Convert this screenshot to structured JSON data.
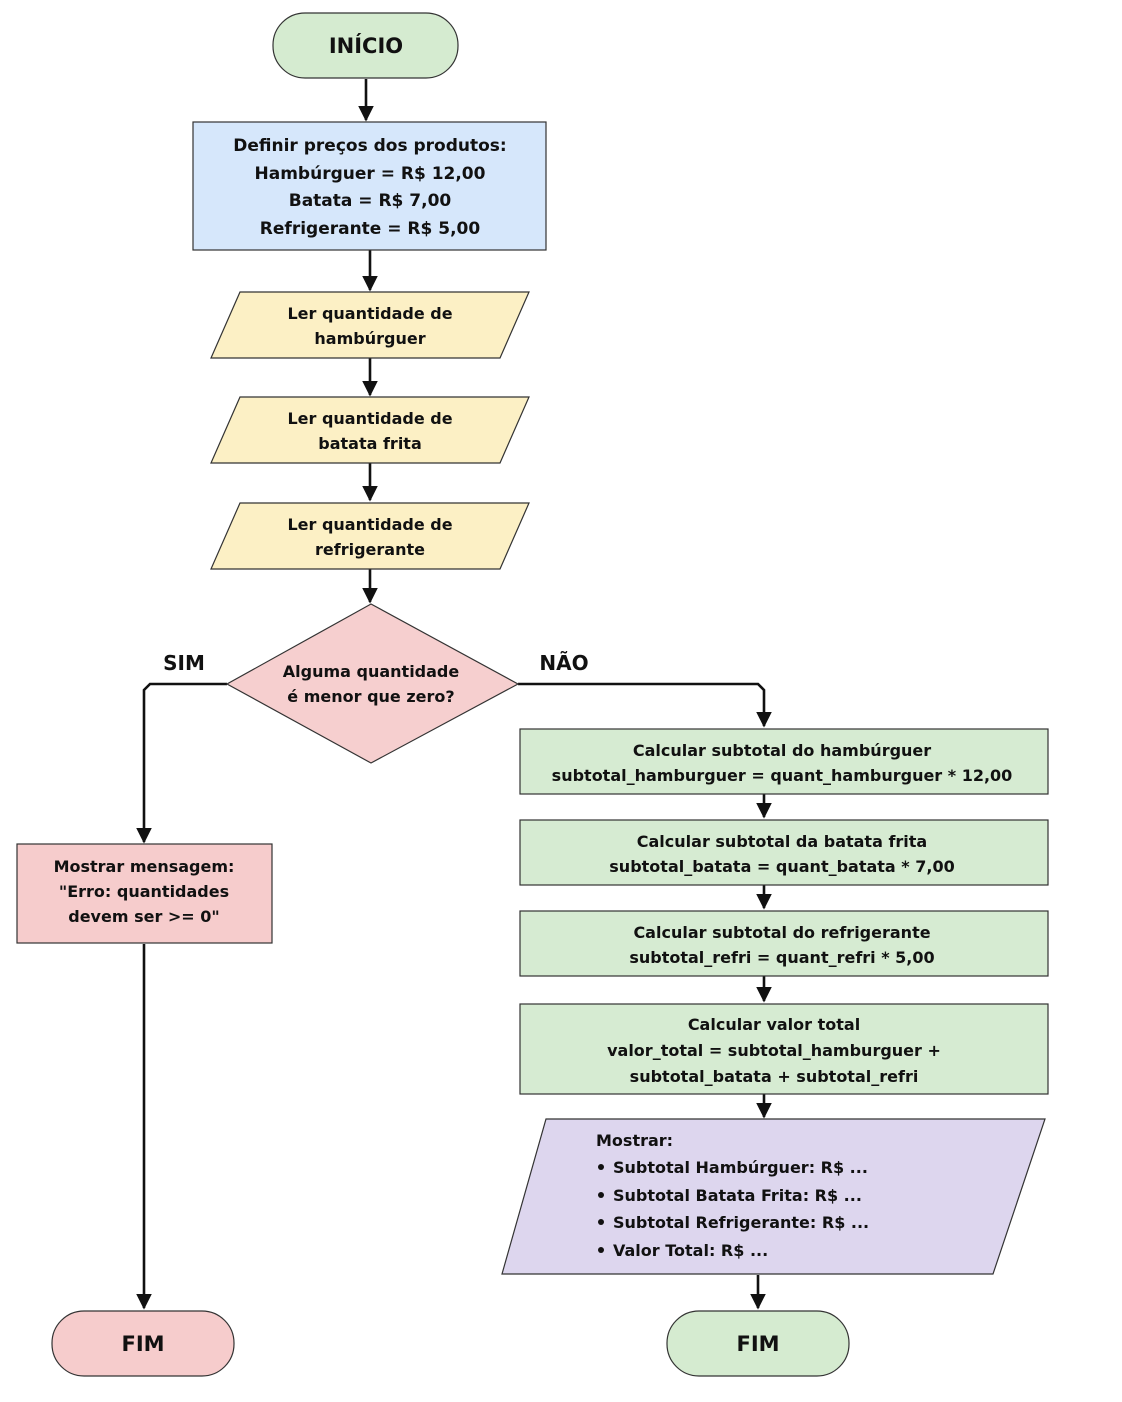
{
  "nodes": {
    "start": {
      "label": "INÍCIO"
    },
    "prices": {
      "lines": [
        "Definir preços dos produtos:",
        "Hambúrguer = R$ 12,00",
        "Batata = R$ 7,00",
        "Refrigerante = R$ 5,00"
      ]
    },
    "read_burger": {
      "lines": [
        "Ler quantidade de",
        "hambúrguer"
      ]
    },
    "read_fries": {
      "lines": [
        "Ler quantidade de",
        "batata frita"
      ]
    },
    "read_soda": {
      "lines": [
        "Ler quantidade de",
        "refrigerante"
      ]
    },
    "decision": {
      "lines": [
        "Alguma quantidade",
        "é menor que zero?"
      ]
    },
    "error_msg": {
      "lines": [
        "Mostrar mensagem:",
        "\"Erro: quantidades",
        "devem ser >= 0\""
      ]
    },
    "calc_burger": {
      "lines": [
        "Calcular subtotal do hambúrguer",
        "subtotal_hamburguer = quant_hamburguer * 12,00"
      ]
    },
    "calc_fries": {
      "lines": [
        "Calcular subtotal da batata frita",
        "subtotal_batata = quant_batata * 7,00"
      ]
    },
    "calc_soda": {
      "lines": [
        "Calcular subtotal do refrigerante",
        "subtotal_refri = quant_refri * 5,00"
      ]
    },
    "calc_total": {
      "lines": [
        "Calcular valor total",
        "valor_total = subtotal_hamburguer +",
        "subtotal_batata + subtotal_refri"
      ]
    },
    "output": {
      "title": "Mostrar:",
      "items": [
        "Subtotal Hambúrguer: R$ ...",
        "Subtotal Batata Frita: R$ ...",
        "Subtotal Refrigerante: R$ ...",
        "Valor Total: R$ ..."
      ]
    },
    "end_left": {
      "label": "FIM"
    },
    "end_right": {
      "label": "FIM"
    }
  },
  "branches": {
    "yes": {
      "label": "SIM",
      "color": "#a61c1c"
    },
    "no": {
      "label": "NÃO",
      "color": "#2e6b1f"
    }
  },
  "colors": {
    "terminal_green": "#d5ebd0",
    "terminal_red": "#f6cccc",
    "process_blue": "#d6e7fb",
    "io_yellow": "#fcf0c5",
    "decision_pink": "#f6cfcf",
    "error_red": "#f6cccc",
    "process_green": "#d6ebd2",
    "output_purple": "#ddd6ee"
  }
}
